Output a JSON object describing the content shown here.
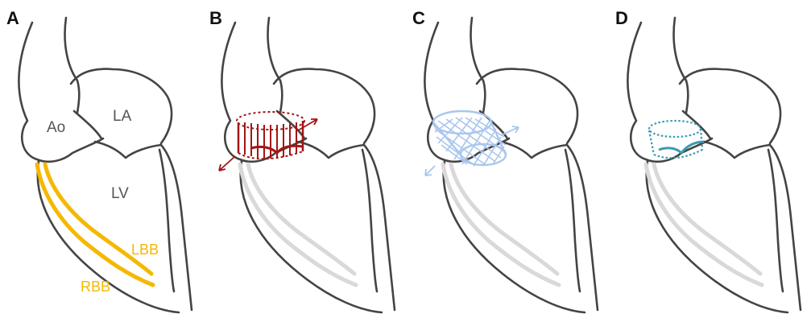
{
  "panels": [
    {
      "letter": "A"
    },
    {
      "letter": "B"
    },
    {
      "letter": "C"
    },
    {
      "letter": "D"
    }
  ],
  "labels": {
    "aorta": "Ao",
    "left_atrium": "LA",
    "left_ventricle": "LV",
    "left_bundle_branch": "LBB",
    "right_bundle_branch": "RBB"
  },
  "colors": {
    "outline": "#444444",
    "bundle_branches": "#f5b800",
    "conduction_faded": "#d9d9d9",
    "valve_b": "#a31515",
    "valve_c": "#a9c6ee",
    "valve_d": "#3a9bb0"
  }
}
